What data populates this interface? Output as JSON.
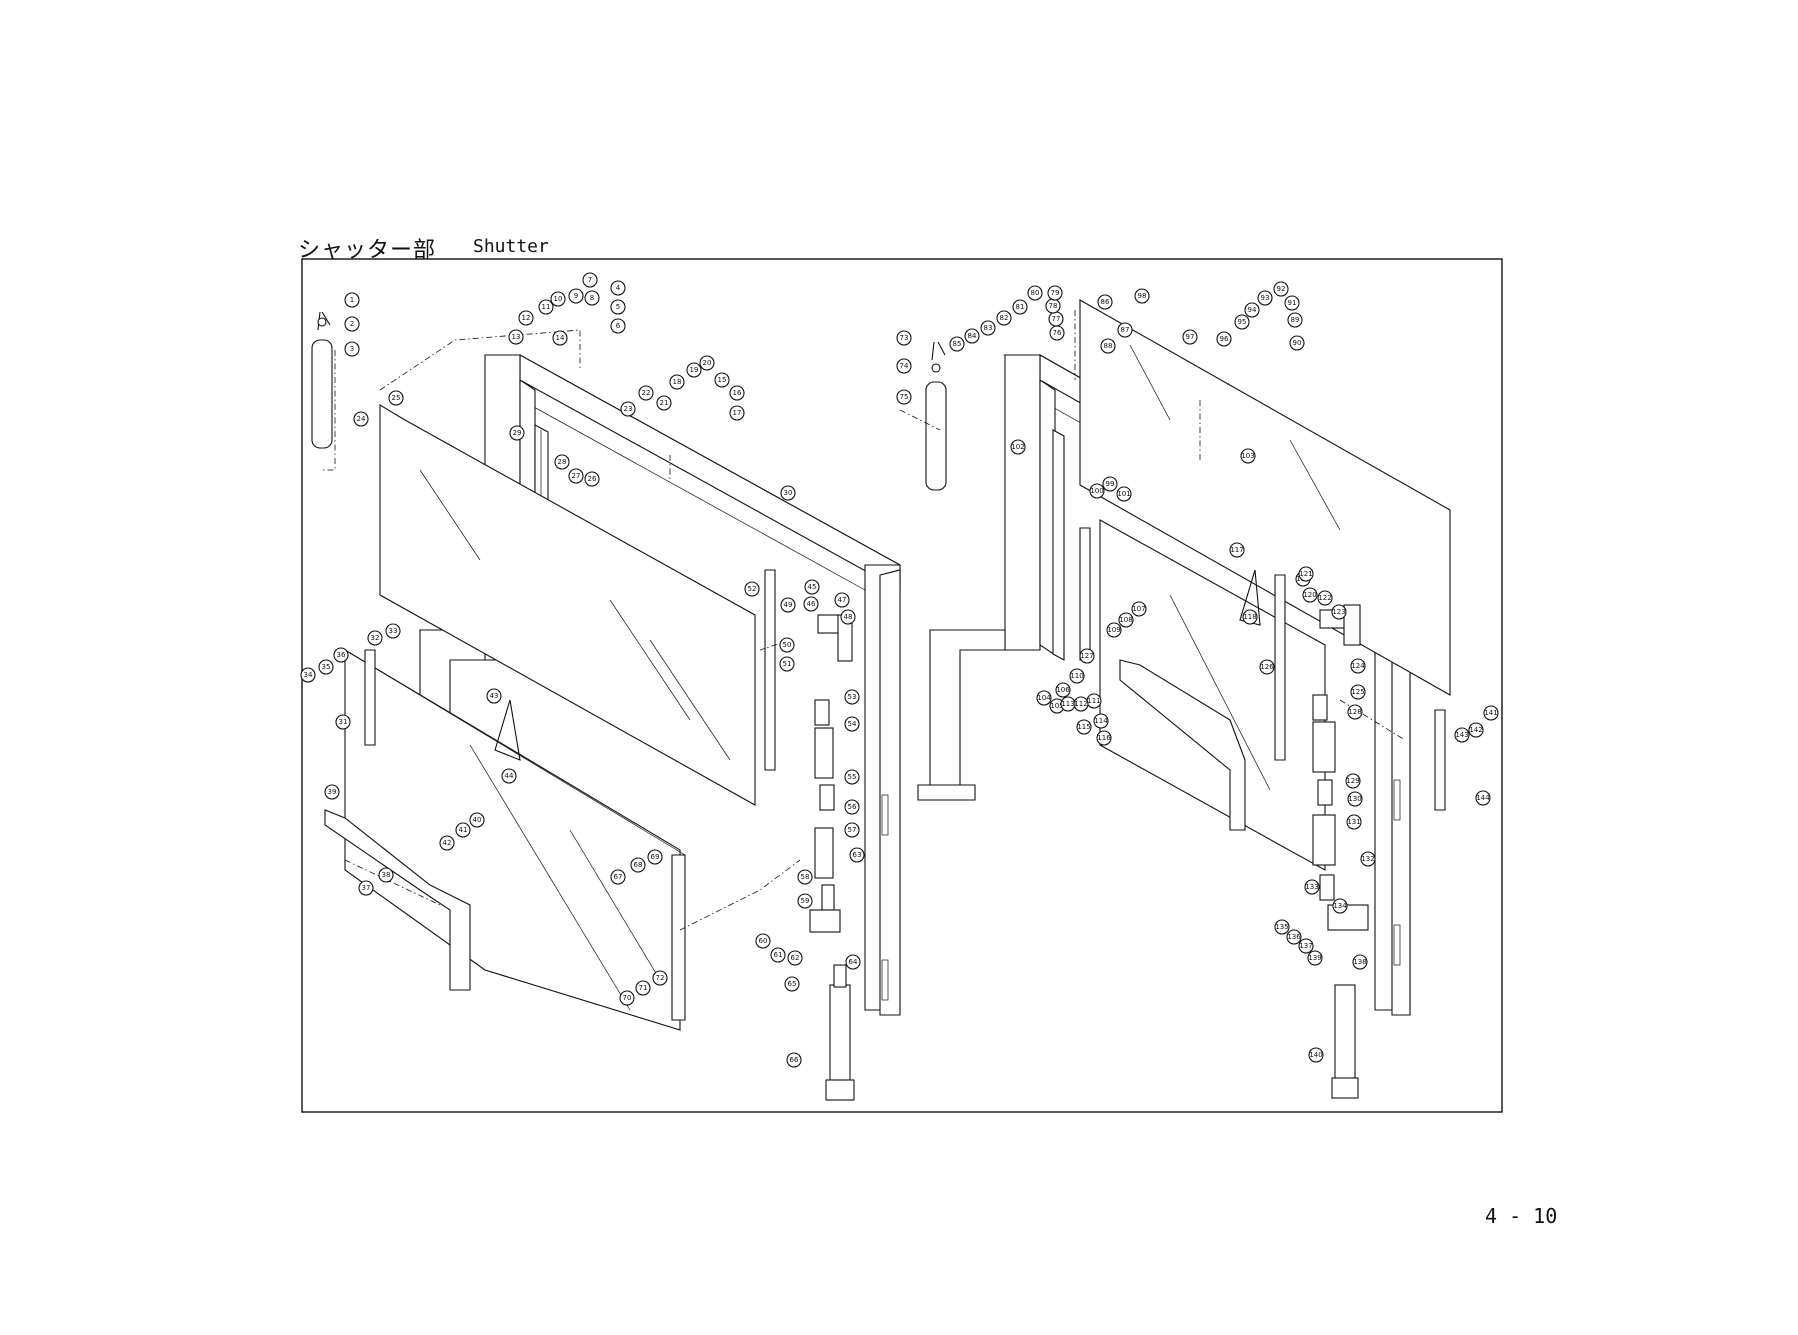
{
  "header": {
    "title_jp": "シャッター部",
    "title_en": "Shutter"
  },
  "page_number": "4 - 10",
  "callouts_left": [
    "1",
    "2",
    "3",
    "4",
    "5",
    "6",
    "7",
    "8",
    "9",
    "10",
    "11",
    "12",
    "13",
    "14",
    "15",
    "16",
    "17",
    "18",
    "19",
    "20",
    "21",
    "22",
    "23",
    "24",
    "25",
    "26",
    "27",
    "28",
    "29",
    "30",
    "31",
    "32",
    "33",
    "34",
    "35",
    "36",
    "37",
    "38",
    "39",
    "40",
    "41",
    "42",
    "43",
    "44",
    "45",
    "46",
    "47",
    "48",
    "49",
    "50",
    "51",
    "52",
    "53",
    "54",
    "55",
    "56",
    "57",
    "58",
    "59",
    "60",
    "61",
    "62",
    "63",
    "64",
    "65",
    "66",
    "67",
    "68",
    "69",
    "70",
    "71",
    "72"
  ],
  "callouts_right": [
    "73",
    "74",
    "75",
    "76",
    "77",
    "78",
    "79",
    "80",
    "81",
    "82",
    "83",
    "84",
    "85",
    "86",
    "87",
    "88",
    "89",
    "90",
    "91",
    "92",
    "93",
    "94",
    "95",
    "96",
    "97",
    "98",
    "99",
    "100",
    "101",
    "102",
    "103",
    "104",
    "105",
    "106",
    "107",
    "108",
    "109",
    "110",
    "111",
    "112",
    "113",
    "114",
    "115",
    "116",
    "117",
    "118",
    "119",
    "120",
    "121",
    "122",
    "123",
    "124",
    "125",
    "126",
    "127",
    "128",
    "129",
    "130",
    "131",
    "132",
    "133",
    "134",
    "135",
    "136",
    "137",
    "138",
    "139",
    "140",
    "141",
    "142",
    "143",
    "144"
  ]
}
